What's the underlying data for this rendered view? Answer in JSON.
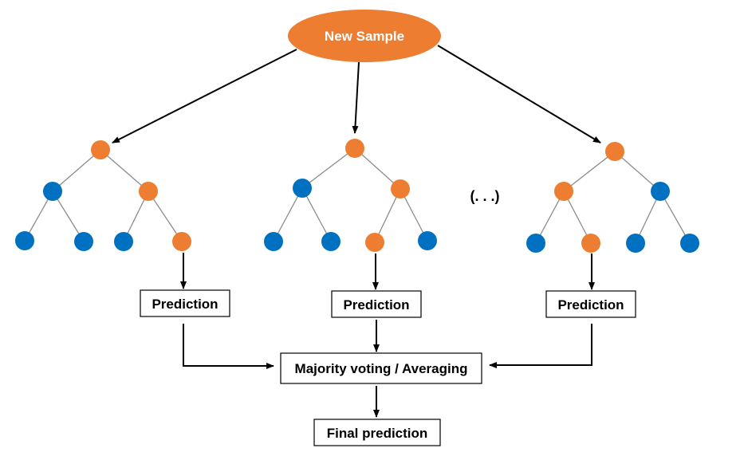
{
  "colors": {
    "orange": "#ed7d31",
    "blue": "#0070c0",
    "edge": "#8c8c8c",
    "arrow": "#000000"
  },
  "root": {
    "label": "New Sample"
  },
  "trees": [
    {
      "node_colors": [
        "orange",
        "blue",
        "orange",
        "blue",
        "blue",
        "blue",
        "orange"
      ],
      "prediction_label": "Prediction"
    },
    {
      "node_colors": [
        "orange",
        "blue",
        "orange",
        "blue",
        "blue",
        "orange",
        "blue"
      ],
      "prediction_label": "Prediction"
    },
    {
      "node_colors": [
        "orange",
        "orange",
        "blue",
        "blue",
        "orange",
        "blue",
        "blue"
      ],
      "prediction_label": "Prediction"
    }
  ],
  "ellipsis": "(. . .)",
  "aggregate": {
    "label": "Majority voting / Averaging"
  },
  "final": {
    "label": "Final prediction"
  }
}
